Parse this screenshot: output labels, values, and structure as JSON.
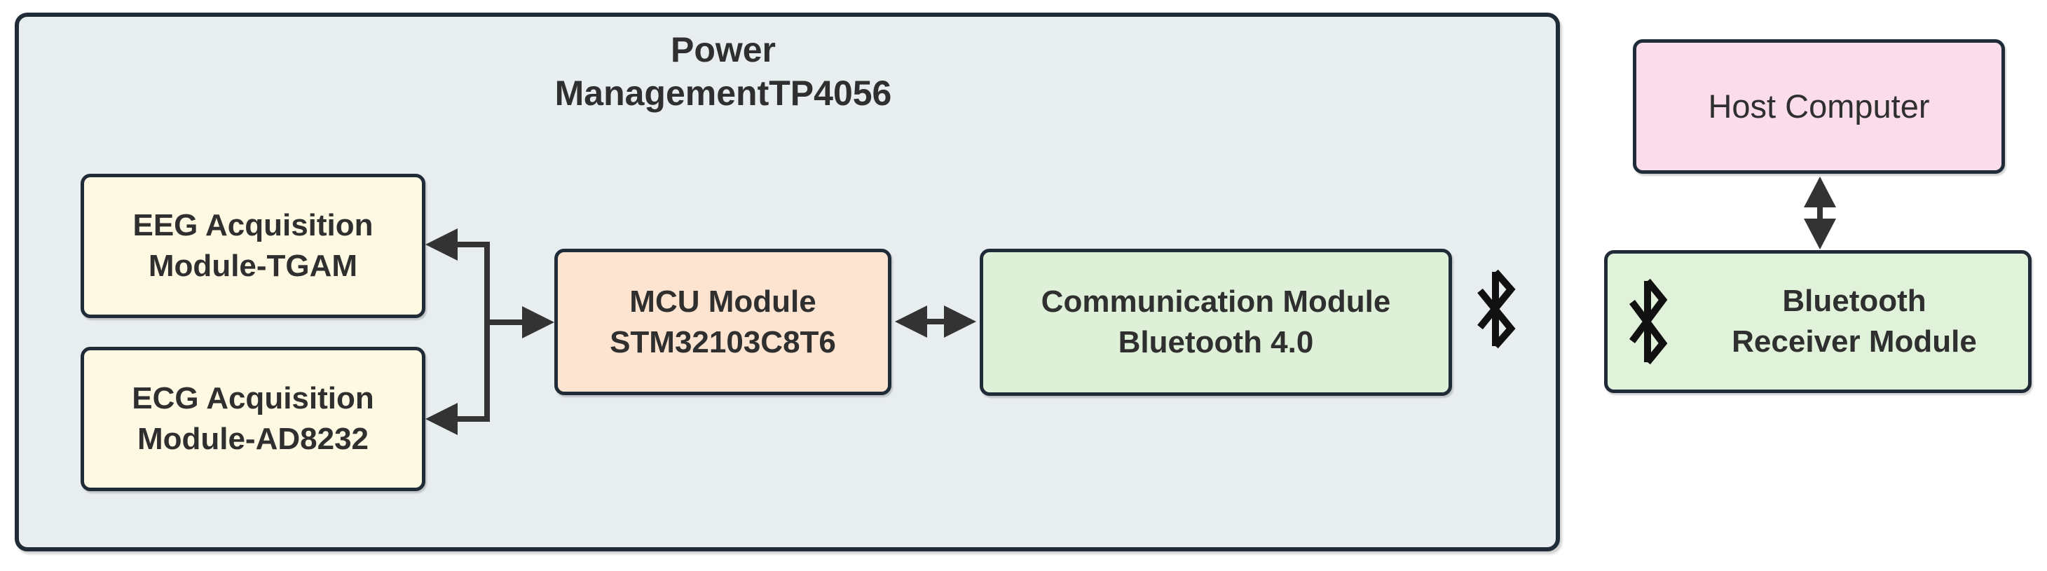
{
  "group": {
    "title_line1": "Power",
    "title_line2": "ManagementTP4056"
  },
  "nodes": {
    "eeg": {
      "line1": "EEG Acquisition",
      "line2": "Module-TGAM"
    },
    "ecg": {
      "line1": "ECG Acquisition",
      "line2": "Module-AD8232"
    },
    "mcu": {
      "line1": "MCU Module",
      "line2": "STM32103C8T6"
    },
    "comm": {
      "line1": "Communication Module",
      "line2": "Bluetooth 4.0"
    },
    "host": {
      "label": "Host Computer"
    },
    "receiver": {
      "line1": "Bluetooth",
      "line2": "Receiver Module"
    }
  },
  "icons": {
    "wireless_out": "bluetooth-icon",
    "receiver_badge": "bluetooth-icon"
  },
  "colors": {
    "group_fill": "#e8edf0",
    "border_dark": "#1f2b36",
    "acquisition_fill": "#fdf9e3",
    "mcu_fill": "#fce4d0",
    "comm_fill": "#def0d8",
    "receiver_fill": "#e1f2da",
    "host_fill": "#fbdcea",
    "text": "#2f2f2f",
    "arrow": "#333333"
  }
}
